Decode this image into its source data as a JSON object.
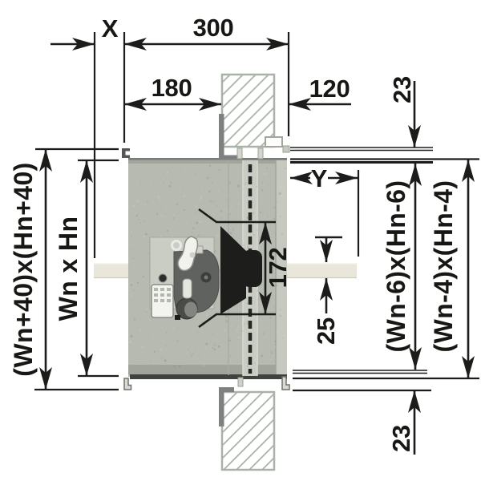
{
  "diagram": {
    "kind": "shutter-installation-section-drawing",
    "labels": {
      "x": "X",
      "y": "Y",
      "width_total": "300",
      "width_recess": "180",
      "width_wall": "120",
      "offset_top": "23",
      "offset_bottom": "23",
      "sill_thickness": "25",
      "cassette_opening": "172",
      "size_outer": "(Wn+40)x(Hn+40)",
      "size_nominal": "Wn x Hn",
      "size_fabric": "(Wn-6)x(Hn-6)",
      "size_clearance": "(Wn-4)x(Hn-4)"
    },
    "colors": {
      "line": "#1c1c1a",
      "panel": "#b6bab1",
      "panel_light": "#c6c9bf",
      "channel": "#c9ccc2",
      "sill": "#e9e7db",
      "hatch": "#a9b2a7",
      "bracket": "#7d8280",
      "motor_dark": "#5f625e",
      "motor_plate": "#c9cdc4",
      "black_part": "#1d1d1b",
      "white_part": "#f1f2ee",
      "background": "#ffffff"
    }
  }
}
